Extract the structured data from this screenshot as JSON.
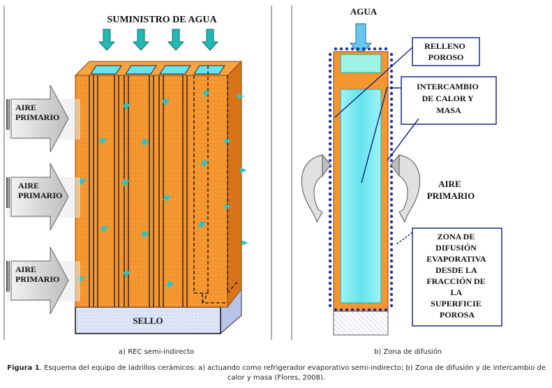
{
  "panel_a": {
    "water_supply_label": "SUMINISTRO  DE  AGUA",
    "primary_air_labels": [
      [
        "AIRE",
        "PRIMARIO"
      ],
      [
        "AIRE",
        "PRIMARIO"
      ],
      [
        "AIRE",
        "PRIMARIO"
      ]
    ],
    "seal_label": "SELLO",
    "caption": "a) REC semi-indirecto"
  },
  "panel_b": {
    "water_label": "AGUA",
    "porous_fill_label": [
      "RELLENO",
      "POROSO"
    ],
    "exchange_label": [
      "INTERCAMBIO",
      "DE CALOR Y",
      "MASA"
    ],
    "primary_air_label": [
      "AIRE",
      "PRIMARIO"
    ],
    "diffusion_zone_label": [
      "ZONA DE",
      "DIFUSIÓN",
      "EVAPORATIVA",
      "DESDE LA",
      "FRACCIÓN DE",
      "LA",
      "SUPERFICIE",
      "POROSA"
    ],
    "caption": "b) Zona de difusión"
  },
  "figure_caption": {
    "prefix": "Figura 1",
    "text": ". Esquema del equipo de ladrillos cerámicos: a) actuando como refrigerador evaporativo semi-indirecto; b) Zona de difusión y de intercambio de calor y masa (Flores, 2008)."
  },
  "colors": {
    "brick_front": "#F5962E",
    "brick_side": "#D9731A",
    "brick_top": "#F7A443",
    "water_cyan": "#66E3EE",
    "arrow_teal": "#23B8B5",
    "seal_fill": "#DCE4F5",
    "dot_blue": "#1F2FA0",
    "line_blue": "#1A2A8A",
    "gray_arrow": "#C8C8C8"
  }
}
